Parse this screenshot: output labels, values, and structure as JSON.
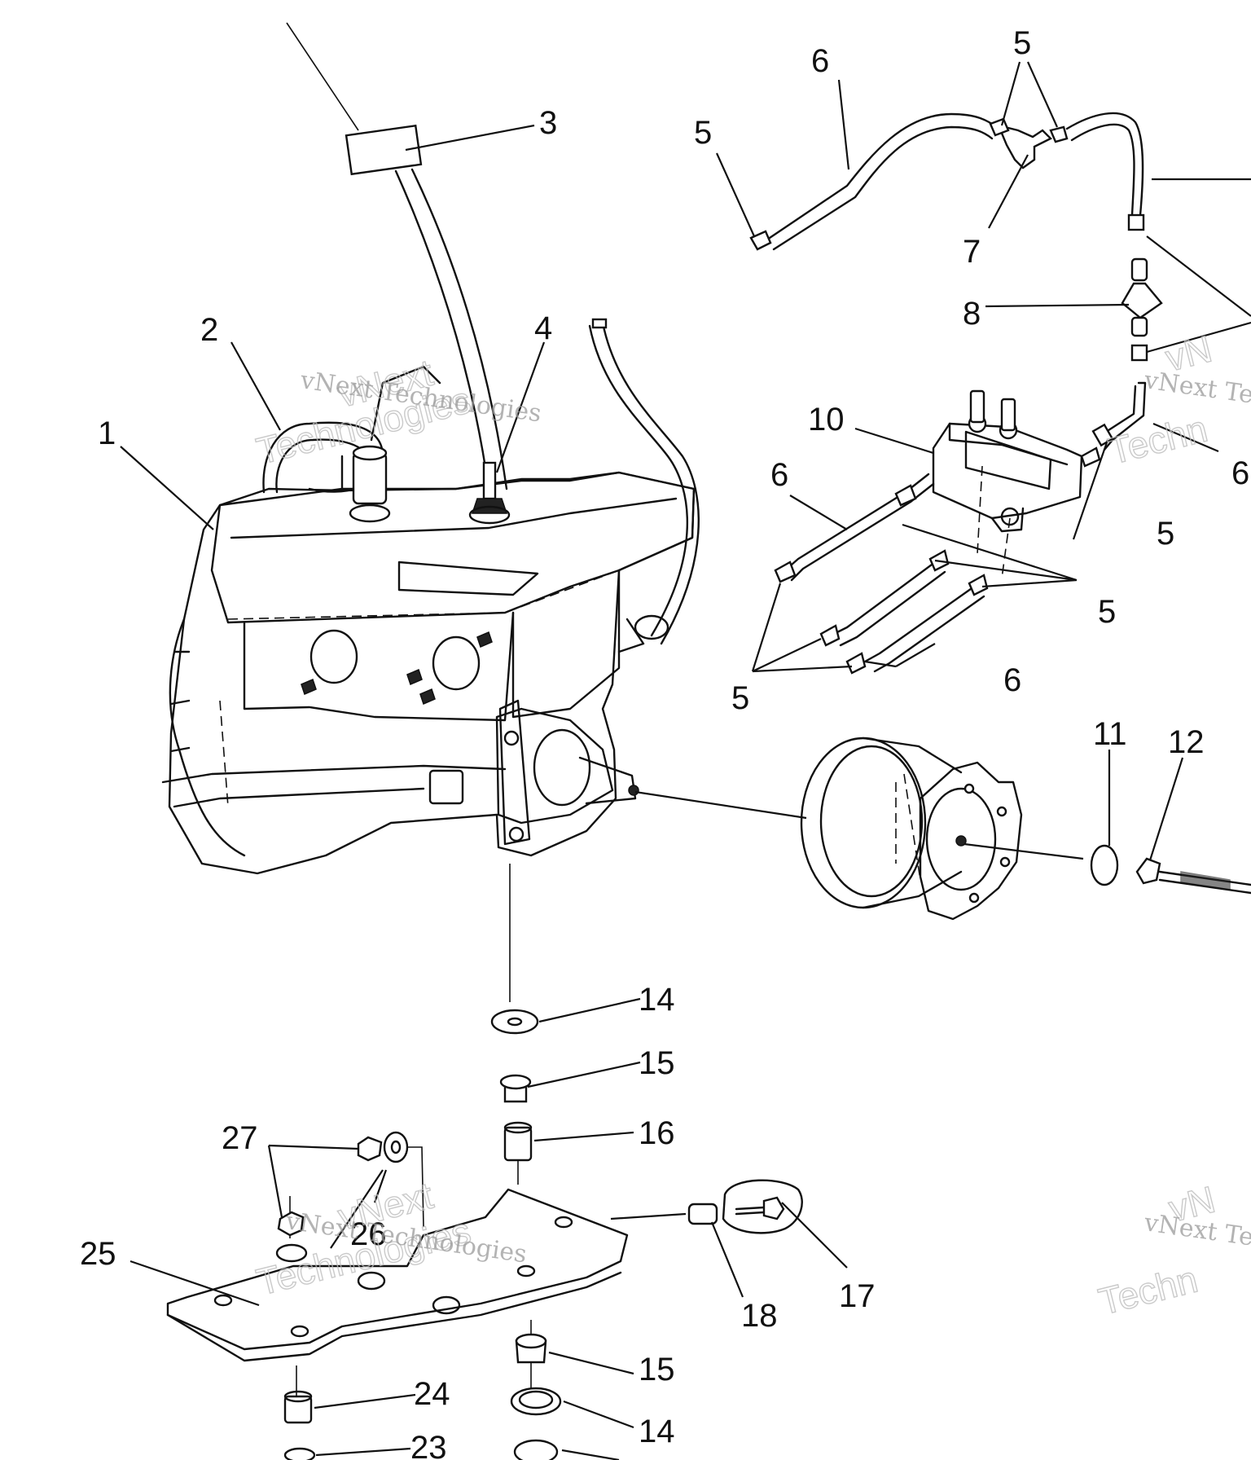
{
  "callouts": {
    "c1": "1",
    "c2": "2",
    "c3": "3",
    "c4": "4",
    "c5a": "5",
    "c5b": "5",
    "c5c": "5",
    "c5d": "5",
    "c5e": "5",
    "c6a": "6",
    "c6b": "6",
    "c6c": "6",
    "c6d": "6",
    "c7": "7",
    "c8": "8",
    "c10": "10",
    "c11": "11",
    "c12": "12",
    "c14a": "14",
    "c14b": "14",
    "c15a": "15",
    "c15b": "15",
    "c16": "16",
    "c17": "17",
    "c18": "18",
    "c23": "23",
    "c24": "24",
    "c25": "25",
    "c26": "26",
    "c27": "27"
  },
  "watermark": {
    "line1": "vNext Technologies",
    "line2a": "vNext",
    "line2b": "Technologies",
    "right1": "vNext Te",
    "right2": "Techn",
    "right3": "vN"
  },
  "colors": {
    "ink": "#111111",
    "watermark": "#9a9a9a"
  }
}
